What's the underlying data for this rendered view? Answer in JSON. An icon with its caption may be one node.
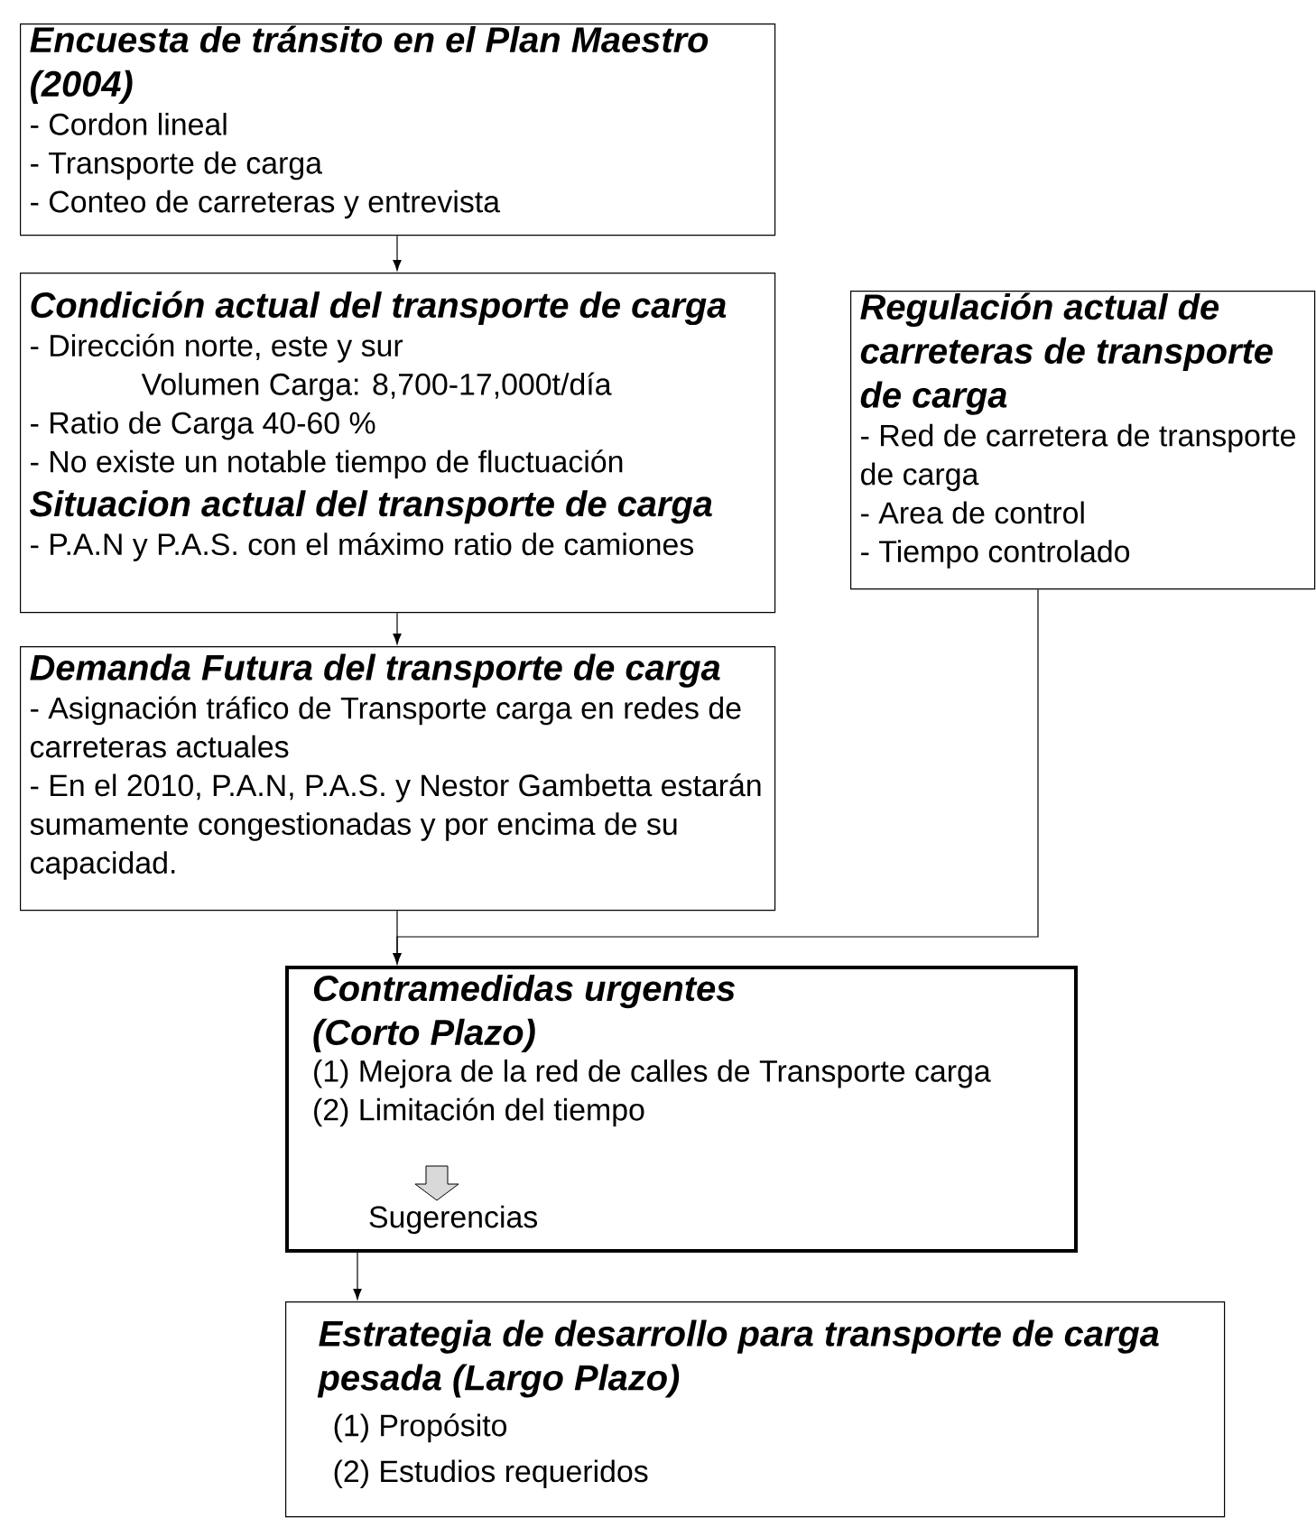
{
  "diagram": {
    "nodes": [
      {
        "text": [
          "Encuesta de tránsito en el Plan Maestro (2004)",
          "- Cordon lineal",
          "- Transporte de carga",
          "- Conteo de carreteras y entrevista"
        ]
      },
      {
        "text": [
          "Condición actual del transporte de carga",
          "- Dirección norte, este y sur",
          "Volumen Carga: 8,700-17,000t/día",
          "- Ratio de Carga 40-60 %",
          "- No existe un notable tiempo de fluctuación",
          "Situacion actual del transporte de carga",
          "- P.A.N y P.A.S. con el máximo ratio de camiones"
        ]
      },
      {
        "text": [
          "Regulación actual de carreteras de transporte de carga",
          "- Red de carretera de transporte de carga",
          "- Area de control",
          "- Tiempo controlado"
        ]
      },
      {
        "text": [
          "Demanda Futura del transporte de carga",
          "- Asignación tráfico de Transporte carga en redes de carreteras actuales",
          "- En el 2010, P.A.N, P.A.S. y Nestor Gambetta estarán sumamente congestionadas y por encima de su capacidad."
        ]
      },
      {
        "text": [
          "Contramedidas urgentes (Corto Plazo)",
          "(1) Mejora de la red de calles de Transporte carga",
          "(2) Limitación del tiempo",
          "Sugerencias"
        ]
      },
      {
        "text": [
          "Estrategia de desarrollo para transporte de carga pesada (Largo Plazo)",
          "(1) Propósito",
          "(2) Estudios requeridos"
        ]
      }
    ],
    "edges": [
      {
        "from": 0,
        "to": 1,
        "arrow": "to"
      },
      {
        "from": 1,
        "to": 3,
        "arrow": "to"
      },
      {
        "from": 3,
        "to": 4,
        "arrow": "to"
      },
      {
        "from": 2,
        "to": 4,
        "arrow": "to"
      },
      {
        "from": 4,
        "to": 5,
        "arrow": "to"
      }
    ]
  }
}
